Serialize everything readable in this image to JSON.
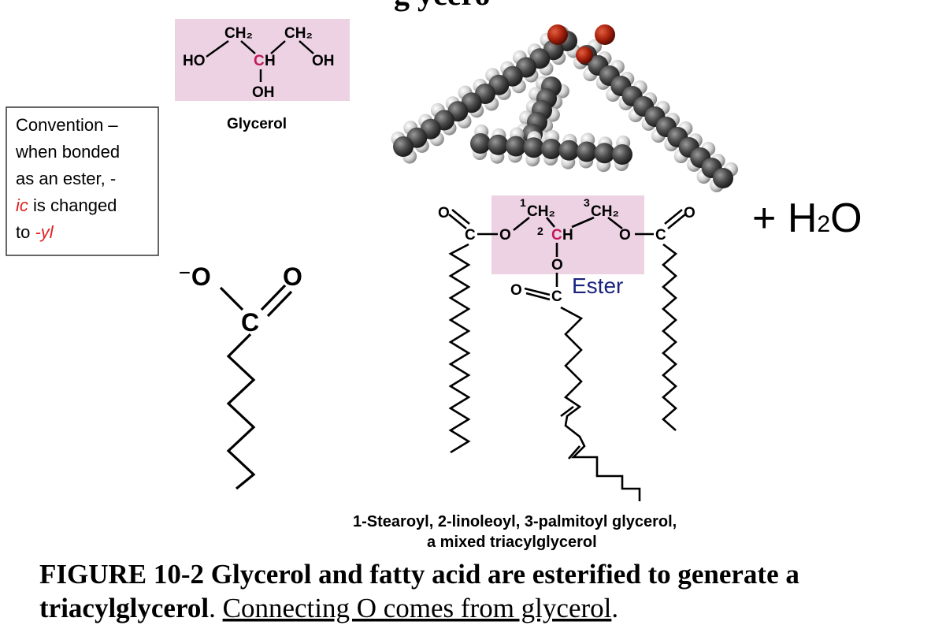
{
  "title_partial": "g  ycero",
  "glycerol": {
    "ch2_left": "CH₂",
    "ch2_right": "CH₂",
    "ho": "HO",
    "c": "C",
    "h": "H",
    "oh_right": "OH",
    "oh_bottom": "OH",
    "label": "Glycerol",
    "highlight_color": "#ecd2e3",
    "accent_color": "#c2185b"
  },
  "convention_note": {
    "line1": "Convention –",
    "line2": "when bonded",
    "line3": "as an ester, -",
    "line4_em": "ic",
    "line4_rest": " is changed",
    "line5_pre": "to ",
    "line5_em": "-yl",
    "em_color": "#e02020"
  },
  "fatty_acid": {
    "o_minus": "⁻O",
    "o_double": "O",
    "c": "C"
  },
  "triacylglycerol": {
    "c1_num": "1",
    "c1": "CH₂",
    "c3_num": "3",
    "c3": "CH₂",
    "c2_num": "2",
    "c2": "C",
    "c2_h": "H",
    "o": "O",
    "c": "C",
    "ester_label": "Ester",
    "ester_color": "#1a237e",
    "name_line1": "1-Stearoyl, 2-linoleoyl, 3-palmitoyl glycerol,",
    "name_line2": "a mixed triacylglycerol"
  },
  "water": {
    "plus": "+ H",
    "sub": "2",
    "o": "O"
  },
  "caption": {
    "bold": "FIGURE 10-2 Glycerol and fatty acid are esterified to generate a triacylglycerol",
    "bold_line1": "FIGURE 10-2 Glycerol and fatty acid are esterified to generate a",
    "bold_line2": "triacylglycerol",
    "sep": ". ",
    "underlined": "Connecting O comes from glycerol",
    "end": "."
  }
}
